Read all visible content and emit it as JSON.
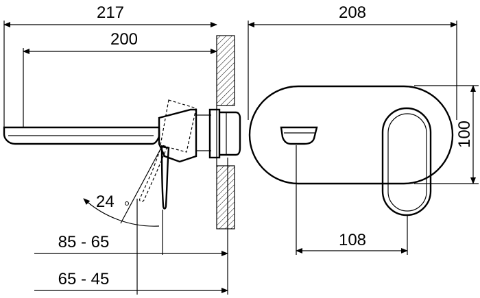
{
  "drawing": {
    "type": "technical drawing",
    "views": [
      "side-view",
      "front-view"
    ]
  },
  "dimensions": {
    "overall_spout_length": "217",
    "spout_projection": "200",
    "lever_angle": "24",
    "wall_range_a": "85 - 65",
    "wall_range_b": "65 - 45",
    "plate_width": "208",
    "plate_height": "100",
    "lever_offset": "108"
  }
}
